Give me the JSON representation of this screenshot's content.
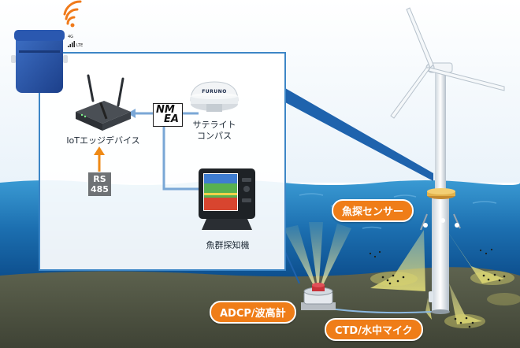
{
  "labels": {
    "iot_device": "IoTエッジデバイス",
    "satellite_compass": "サテライト\nコンパス",
    "fish_finder": "魚群探知機",
    "rs485": "RS\n485",
    "nmea_top": "NM",
    "nmea_bottom": "EA",
    "fish_sensor": "魚探センサー",
    "adcp": "ADCP/波高計",
    "ctd": "CTD/水中マイク",
    "network_4g": "4G",
    "network_lte": "LTE",
    "compass_brand": "FURUNO"
  },
  "colors": {
    "sea_top": "#3a9ad3",
    "sea_bottom": "#0d4f8e",
    "seabed": "#4f5443",
    "panel_border": "#3d86c6",
    "connector": "#7aa7d6",
    "arrow_orange": "#ef8a16",
    "callout_orange": "#ef7d18",
    "wifi_orange": "#f07a1a"
  }
}
